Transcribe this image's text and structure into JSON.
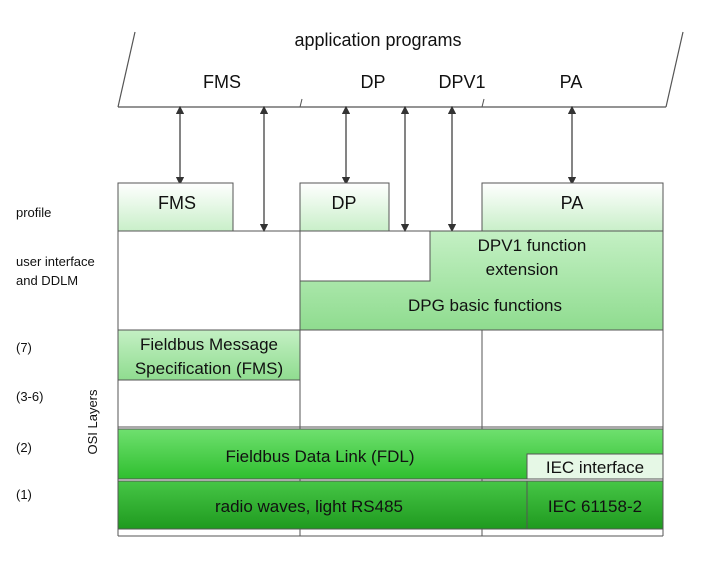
{
  "top": {
    "title": "application programs",
    "profiles": [
      "FMS",
      "DP",
      "DPV1",
      "PA"
    ]
  },
  "layer_labels": {
    "profile": "profile",
    "user_interface_line1": "user interface",
    "user_interface_line2": "and DDLM",
    "l7": "(7)",
    "l3_6": "(3-6)",
    "l2": "(2)",
    "l1": "(1)",
    "osi_layers": "OSI Layers"
  },
  "boxes": {
    "fms_profile": "FMS",
    "dp_profile": "DP",
    "pa_profile": "PA",
    "dpv1_ext_line1": "DPV1 function",
    "dpv1_ext_line2": "extension",
    "dpg_basic": "DPG basic functions",
    "fms_spec_line1": "Fieldbus Message",
    "fms_spec_line2": "Specification (FMS)",
    "fdl": "Fieldbus Data Link (FDL)",
    "iec_interface": "IEC interface",
    "radio": "radio waves, light RS485",
    "iec_61158": "IEC 61158-2"
  },
  "colors": {
    "light_green": "#d2f3d2",
    "mid_green": "#a6e8a6",
    "bright_green": "#3bd23b",
    "dark_green": "#2aa82a",
    "line": "#444444"
  }
}
